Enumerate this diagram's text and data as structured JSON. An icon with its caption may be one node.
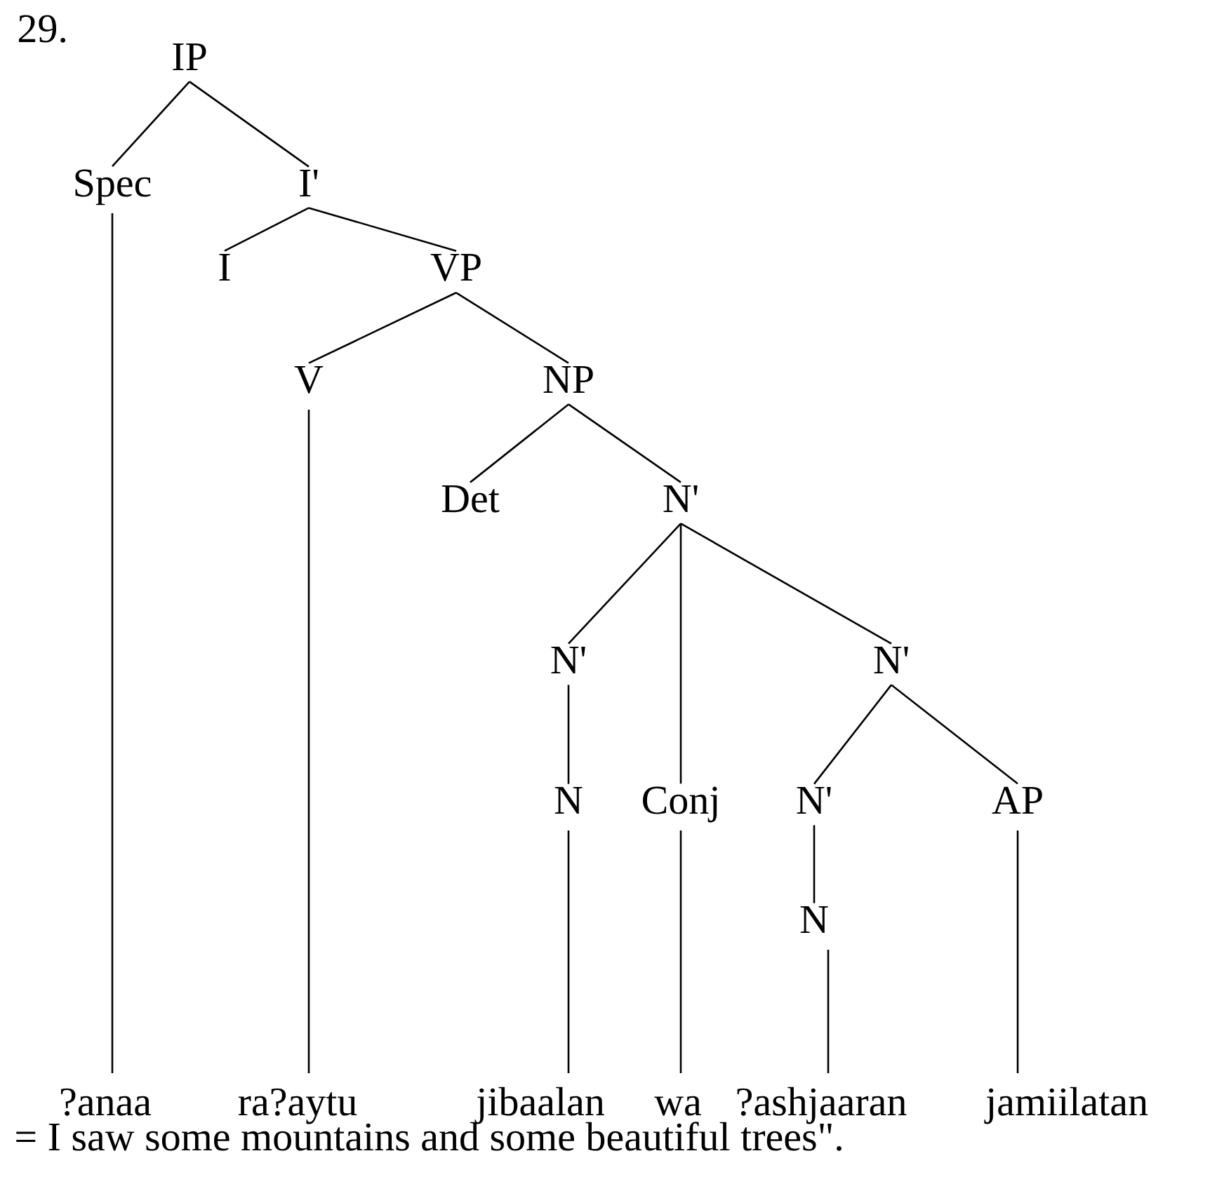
{
  "diagram": {
    "nodes": [
      {
        "text": [
          "IP"
        ]
      },
      {
        "text": [
          "Spec"
        ]
      },
      {
        "text": [
          "I'"
        ]
      },
      {
        "text": [
          "I"
        ]
      },
      {
        "text": [
          "VP"
        ]
      },
      {
        "text": [
          "V"
        ]
      },
      {
        "text": [
          "NP"
        ]
      },
      {
        "text": [
          "Det"
        ]
      },
      {
        "text": [
          "N'"
        ]
      },
      {
        "text": [
          "N'"
        ]
      },
      {
        "text": [
          "N'"
        ]
      },
      {
        "text": [
          "N"
        ]
      },
      {
        "text": [
          "Conj"
        ]
      },
      {
        "text": [
          "N'"
        ]
      },
      {
        "text": [
          "AP"
        ]
      },
      {
        "text": [
          "N"
        ]
      },
      {
        "text": [
          "?anaa"
        ]
      },
      {
        "text": [
          "ra?aytu"
        ]
      },
      {
        "text": [
          "jibaalan"
        ]
      },
      {
        "text": [
          "wa"
        ]
      },
      {
        "text": [
          "?ashjaaran"
        ]
      },
      {
        "text": [
          "jamiilatan"
        ]
      }
    ],
    "edges": [
      {
        "from": 0,
        "to": 1,
        "arrow": "none"
      },
      {
        "from": 0,
        "to": 2,
        "arrow": "none"
      },
      {
        "from": 2,
        "to": 3,
        "arrow": "none"
      },
      {
        "from": 2,
        "to": 4,
        "arrow": "none"
      },
      {
        "from": 4,
        "to": 5,
        "arrow": "none"
      },
      {
        "from": 4,
        "to": 6,
        "arrow": "none"
      },
      {
        "from": 6,
        "to": 7,
        "arrow": "none"
      },
      {
        "from": 6,
        "to": 8,
        "arrow": "none"
      },
      {
        "from": 8,
        "to": 9,
        "arrow": "none"
      },
      {
        "from": 8,
        "to": 12,
        "arrow": "none"
      },
      {
        "from": 8,
        "to": 10,
        "arrow": "none"
      },
      {
        "from": 9,
        "to": 11,
        "arrow": "none"
      },
      {
        "from": 10,
        "to": 13,
        "arrow": "none"
      },
      {
        "from": 10,
        "to": 14,
        "arrow": "none"
      },
      {
        "from": 13,
        "to": 15,
        "arrow": "none"
      },
      {
        "from": 1,
        "to": 16,
        "arrow": "none"
      },
      {
        "from": 5,
        "to": 17,
        "arrow": "none"
      },
      {
        "from": 11,
        "to": 18,
        "arrow": "none"
      },
      {
        "from": 12,
        "to": 19,
        "arrow": "none"
      },
      {
        "from": 15,
        "to": 20,
        "arrow": "none"
      },
      {
        "from": 14,
        "to": 21,
        "arrow": "none"
      }
    ],
    "labels": [
      "29.",
      "= I saw some mountains and some beautiful trees\"."
    ]
  }
}
